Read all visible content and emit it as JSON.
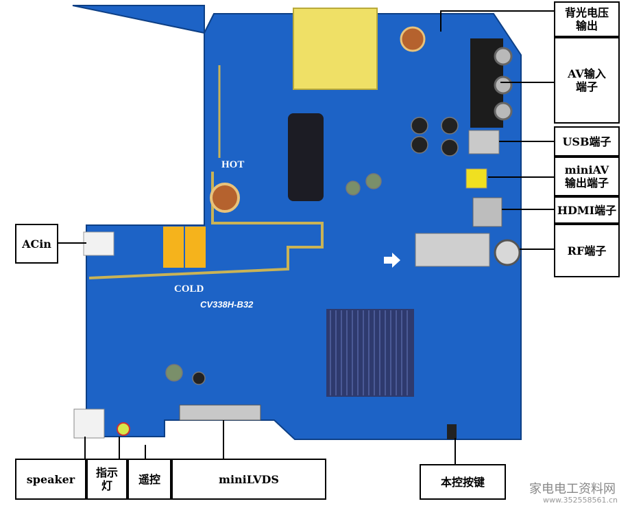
{
  "board": {
    "model": "CV338H-B32",
    "hot_text": "HOT",
    "cold_text": "COLD",
    "colors": {
      "pcb": "#1d63c6",
      "pcb_dark": "#124a9c",
      "heatsink": "#2e3a6e",
      "trace": "#c9b356"
    }
  },
  "labels": {
    "backlight": "背光电压\n输出",
    "av_in": "AV输入\n端子",
    "usb": "USB端子",
    "mini_av_out": "miniAV\n输出端子",
    "hdmi": "HDMI端子",
    "rf": "RF端子",
    "ac_in": "ACin",
    "speaker": "speaker",
    "indicator": "指示\n灯",
    "remote": "遥控",
    "mini_lvds": "miniLVDS",
    "key_control": "本控按键"
  },
  "watermark": {
    "site_name": "家电电工资料网",
    "url": "www.352558561.cn"
  }
}
